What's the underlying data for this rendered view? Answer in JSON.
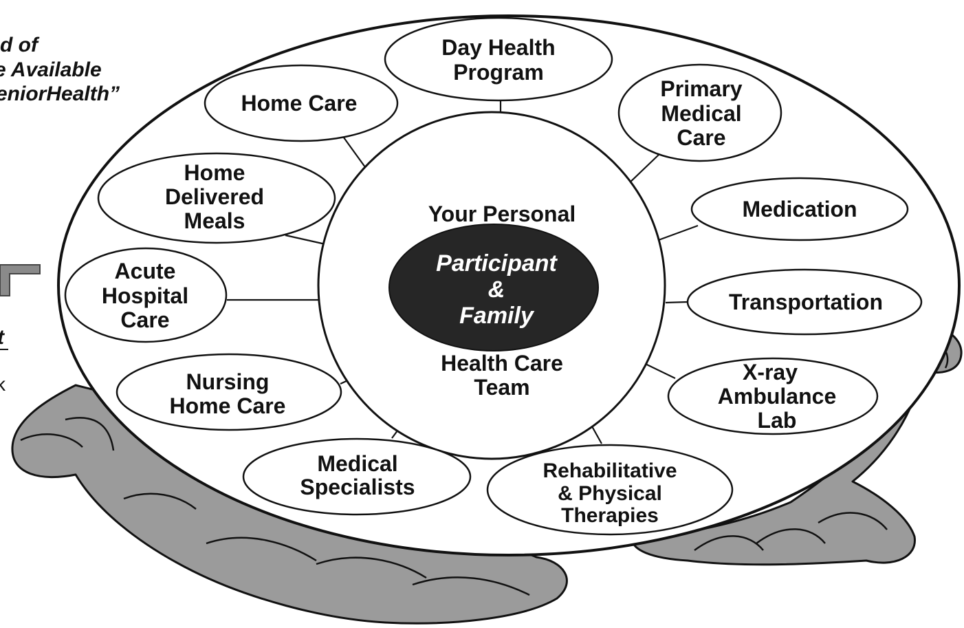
{
  "colors": {
    "background": "#ffffff",
    "ink": "#111111",
    "hand_fill": "#9b9b9b",
    "center_fill": "#262626",
    "center_text": "#ffffff"
  },
  "side_text": {
    "line1": "d of",
    "line2": "e Available",
    "line3": "eniorHealth”",
    "fragment_t": "t",
    "fragment_k": "k"
  },
  "center": {
    "top_label": "Your Personal",
    "core_line1": "Participant",
    "core_line2": "&",
    "core_line3": "Family",
    "bottom_line1": "Health Care",
    "bottom_line2": "Team"
  },
  "services": {
    "day_health": {
      "line1": "Day Health",
      "line2": "Program"
    },
    "home_care": {
      "line1": "Home Care"
    },
    "primary_medical": {
      "line1": "Primary",
      "line2": "Medical",
      "line3": "Care"
    },
    "home_delivered": {
      "line1": "Home",
      "line2": "Delivered",
      "line3": "Meals"
    },
    "medication": {
      "line1": "Medication"
    },
    "acute_hospital": {
      "line1": "Acute",
      "line2": "Hospital",
      "line3": "Care"
    },
    "transportation": {
      "line1": "Transportation"
    },
    "nursing_home": {
      "line1": "Nursing",
      "line2": "Home Care"
    },
    "xray": {
      "line1": "X-ray",
      "line2": "Ambulance",
      "line3": "Lab"
    },
    "medical_specialists": {
      "line1": "Medical",
      "line2": "Specialists"
    },
    "rehab": {
      "line1": "Rehabilitative",
      "line2": "& Physical",
      "line3": "Therapies"
    }
  }
}
